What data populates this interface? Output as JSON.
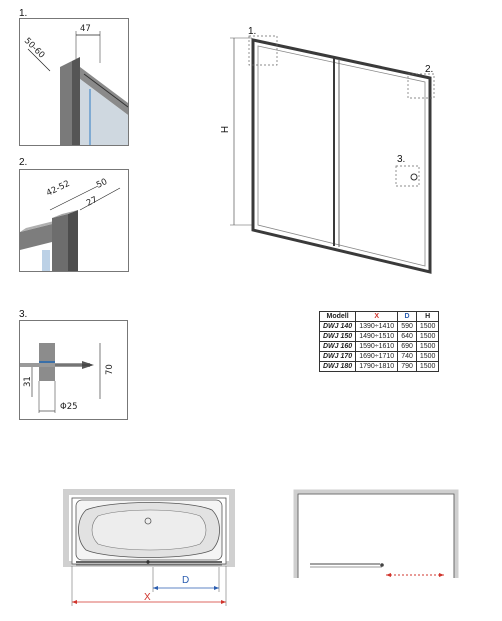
{
  "details": {
    "d1": {
      "number": "1.",
      "dim_width": "47",
      "dim_depth": "50-60"
    },
    "d2": {
      "number": "2.",
      "dim_a": "42-52",
      "dim_b": "50",
      "dim_c": "27"
    },
    "d3": {
      "number": "3.",
      "dim_height": "70",
      "dim_offset": "31",
      "dim_diameter": "Φ25"
    }
  },
  "main_view": {
    "callout_1": "1.",
    "callout_2": "2.",
    "callout_3": "3.",
    "height_label": "H"
  },
  "spec_table": {
    "headers": [
      "Modell",
      "X",
      "D",
      "H"
    ],
    "header_colors": [
      "#222222",
      "#d0342c",
      "#2a5db0",
      "#222222"
    ],
    "rows": [
      [
        "DWJ 140",
        "1390÷1410",
        "590",
        "1500"
      ],
      [
        "DWJ 150",
        "1490÷1510",
        "640",
        "1500"
      ],
      [
        "DWJ 160",
        "1590÷1610",
        "690",
        "1500"
      ],
      [
        "DWJ 170",
        "1690÷1710",
        "740",
        "1500"
      ],
      [
        "DWJ 180",
        "1790÷1810",
        "790",
        "1500"
      ]
    ]
  },
  "plan_view": {
    "d_label": "D",
    "x_label": "X"
  },
  "colors": {
    "x_dim": "#d0342c",
    "d_dim": "#2a5db0",
    "frame": "#3a3a3a"
  }
}
